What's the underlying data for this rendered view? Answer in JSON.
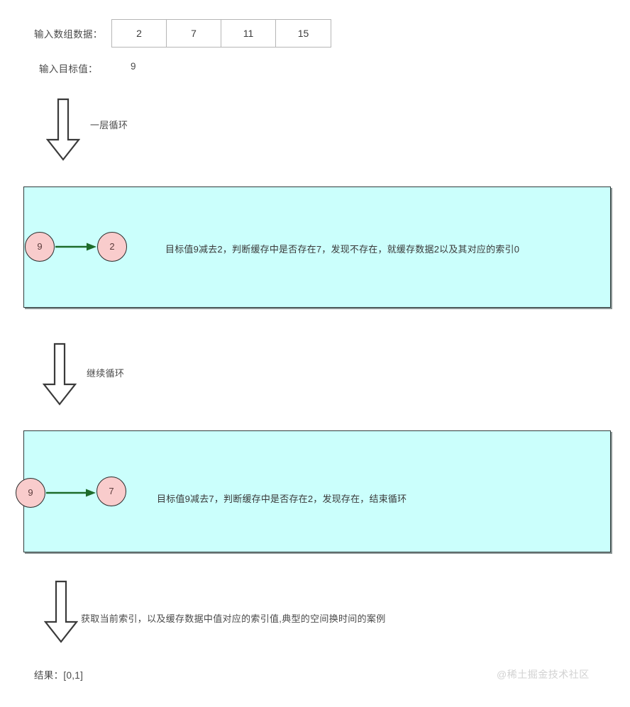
{
  "input": {
    "array_label": "输入数组数据：",
    "array_values": [
      "2",
      "7",
      "11",
      "15"
    ],
    "target_label": "输入目标值：",
    "target_value": "9"
  },
  "arrows": [
    {
      "label": "一层循环",
      "icon": "down-arrow-icon"
    },
    {
      "label": "继续循环",
      "icon": "down-arrow-icon"
    },
    {
      "label": "获取当前索引，以及缓存数据中值对应的索引值,典型的空间换时间的案例",
      "icon": "down-arrow-icon"
    }
  ],
  "steps": [
    {
      "from_node": "9",
      "to_node": "2",
      "text": "目标值9减去2，判断缓存中是否存在7，发现不存在，就缓存数据2以及其对应的索引0"
    },
    {
      "from_node": "9",
      "to_node": "7",
      "text": "目标值9减去7，判断缓存中是否存在2，发现存在，结束循环"
    }
  ],
  "result": {
    "text": "结果：[0,1]"
  },
  "watermark": {
    "text": "@稀土掘金技术社区"
  },
  "colors": {
    "box_fill": "#cbfffc",
    "box_border": "#2f3b3b",
    "node_fill": "#f9cccc",
    "node_border": "#2b2b2b",
    "node_arrow": "#1d6b2a",
    "table_border": "#b6b6b6",
    "text": "#3a3a3a",
    "watermark": "#d2d2d2"
  }
}
